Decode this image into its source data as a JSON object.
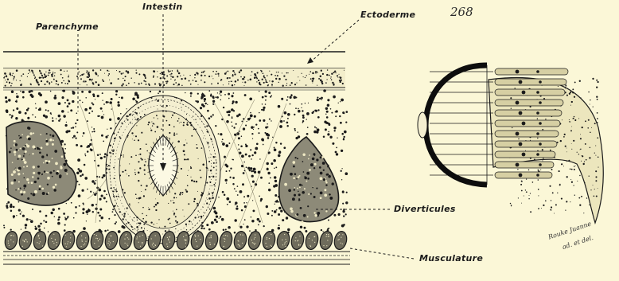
{
  "page_number": "268",
  "labels": {
    "intestin": "Intestin",
    "parenchyme": "Parenchyme",
    "ectoderme": "Ectoderme",
    "diverticules": "Diverticules",
    "musculature": "Musculature"
  },
  "signature": [
    "Rouke Juanne",
    "ad. et del."
  ],
  "colors": {
    "paper": "#fbf7d7",
    "ink": "#1b1b1b"
  }
}
